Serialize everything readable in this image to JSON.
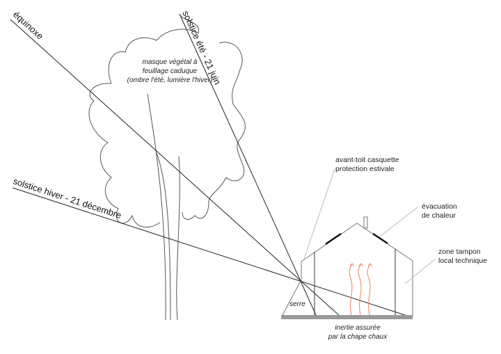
{
  "rays": {
    "summer": "solstice été - 21 juin",
    "equinox": "équinoxe",
    "winter": "solstice hiver - 21 décembre"
  },
  "tree": {
    "line1": "masque végétal à",
    "line2": "feuillage caduque",
    "line3": "(ombre l'été, lumière l'hiver)"
  },
  "annotations": {
    "canopy_1": "avant-toit casquette",
    "canopy_2": "protection estivale",
    "heat_1": "évacuation",
    "heat_2": "de chaleur",
    "buffer_1": "zone tampon",
    "buffer_2": "local technique",
    "greenhouse": "serre",
    "inertia_1": "inertie assurée",
    "inertia_2": "par la chape chaux"
  },
  "colors": {
    "heat_arrows": "#e8825a",
    "floor": "#999999",
    "leaders": "#bbbbbb"
  }
}
